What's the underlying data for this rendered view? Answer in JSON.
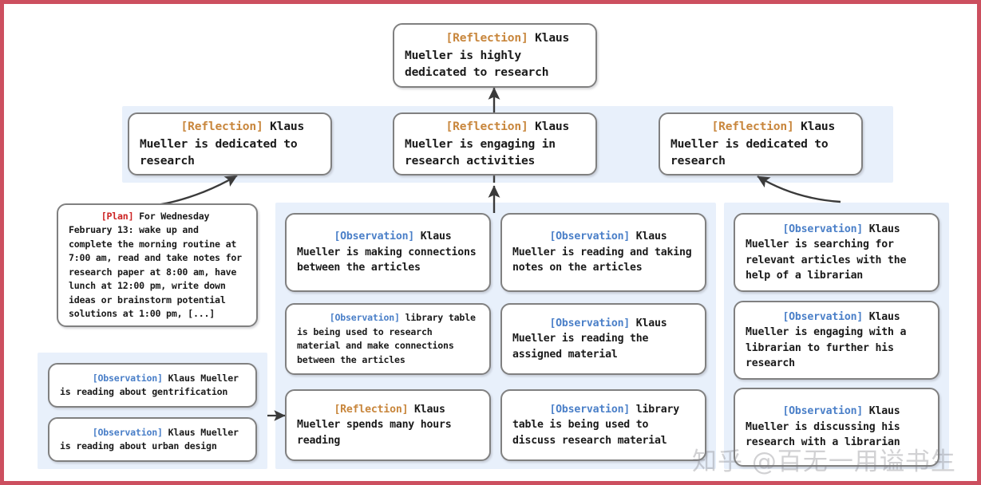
{
  "meta": {
    "labels": {
      "reflection": "[Reflection]",
      "observation": "[Observation]",
      "plan": "[Plan]"
    },
    "colors": {
      "frame_border": "#cc4f5f",
      "panel_background": "#e8f0fb",
      "node_border": "#808080",
      "node_background": "#ffffff",
      "tag_reflection": "#c8863c",
      "tag_observation": "#4a7fc8",
      "tag_plan": "#cc2222",
      "body_text": "#1a1a1a",
      "arrow": "#3a3a3a"
    }
  },
  "top": {
    "root": {
      "tag": "[Reflection]",
      "tag_type": "reflection",
      "text": " Klaus Mueller is highly dedicated to research"
    }
  },
  "reflections": [
    {
      "tag": "[Reflection]",
      "tag_type": "reflection",
      "text": " Klaus Mueller is dedicated to research"
    },
    {
      "tag": "[Reflection]",
      "tag_type": "reflection",
      "text": " Klaus Mueller is engaging in research activities"
    },
    {
      "tag": "[Reflection]",
      "tag_type": "reflection",
      "text": " Klaus Mueller is dedicated to research"
    }
  ],
  "plan": {
    "tag": "[Plan]",
    "tag_type": "plan",
    "text": " For Wednesday February 13: wake up and complete the morning routine at 7:00 am, read and take notes for research paper at 8:00 am, have lunch at 12:00 pm, write down ideas or brainstorm potential solutions at 1:00 pm, [...]"
  },
  "left_observations": [
    {
      "tag": "[Observation]",
      "tag_type": "observation",
      "text": " Klaus Mueller is reading about gentrification"
    },
    {
      "tag": "[Observation]",
      "tag_type": "observation",
      "text": " Klaus Mueller is reading about urban design"
    }
  ],
  "column_middle_left": [
    {
      "tag": "[Observation]",
      "tag_type": "observation",
      "text": " Klaus Mueller is making connections between the articles"
    },
    {
      "tag": "[Observation]",
      "tag_type": "observation",
      "text": " library table is being used to research material and make connections between the articles"
    },
    {
      "tag": "[Reflection]",
      "tag_type": "reflection",
      "text": " Klaus Mueller spends many hours reading"
    }
  ],
  "column_middle_right": [
    {
      "tag": "[Observation]",
      "tag_type": "observation",
      "text": " Klaus Mueller is reading and taking notes on the articles"
    },
    {
      "tag": "[Observation]",
      "tag_type": "observation",
      "text": " Klaus Mueller is reading the assigned material"
    },
    {
      "tag": "[Observation]",
      "tag_type": "observation",
      "text": " library table is being used to discuss research material"
    }
  ],
  "column_right": [
    {
      "tag": "[Observation]",
      "tag_type": "observation",
      "text": " Klaus Mueller is searching for relevant articles with the help of a librarian"
    },
    {
      "tag": "[Observation]",
      "tag_type": "observation",
      "text": " Klaus Mueller is engaging with a librarian to further his research"
    },
    {
      "tag": "[Observation]",
      "tag_type": "observation",
      "text": " Klaus Mueller is discussing his research with a librarian"
    }
  ],
  "watermark": {
    "main": "知乎 @百无一用谥书生",
    "sub": ""
  }
}
